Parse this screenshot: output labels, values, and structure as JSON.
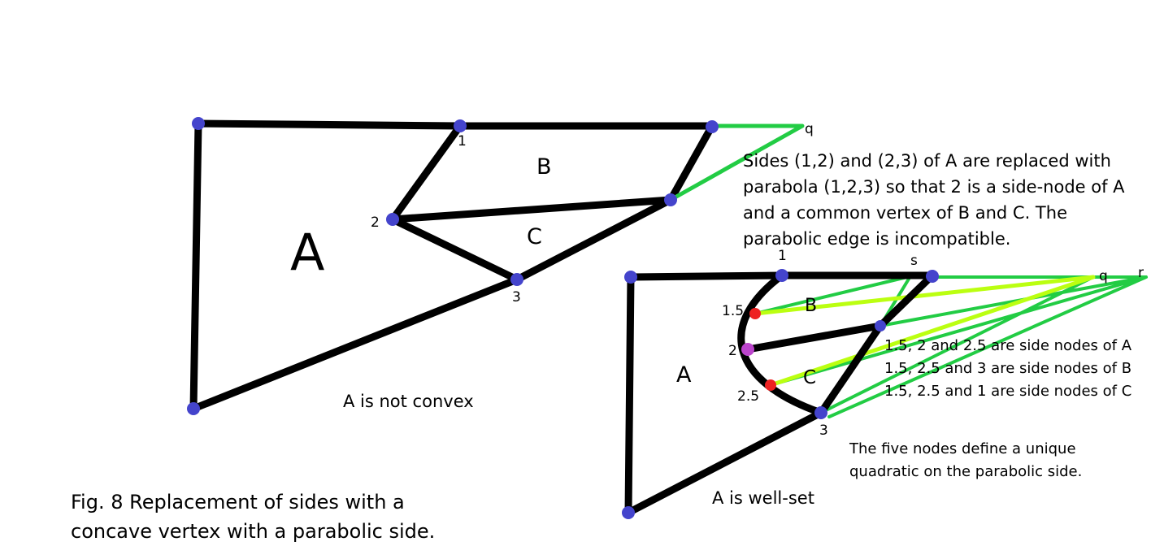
{
  "left_figure": {
    "region_labels": {
      "a": "A",
      "b": "B",
      "c": "C"
    },
    "node_labels": {
      "n1": "1",
      "n2": "2",
      "n3": "3",
      "q": "q"
    },
    "note": "A is not convex"
  },
  "right_figure": {
    "region_labels": {
      "a": "A",
      "b": "B",
      "c": "C"
    },
    "node_labels": {
      "n1": "1",
      "n15": "1.5",
      "n2": "2",
      "n25": "2.5",
      "n3": "3",
      "s": "s",
      "q": "q",
      "r": "r"
    },
    "note": "A is well-set"
  },
  "description": "Sides (1,2) and (2,3) of A are replaced with parabola (1,2,3) so that 2 is a side-node of A and a common vertex of B and C.  The parabolic edge is incompatible.",
  "side_nodes": [
    "1.5, 2 and 2.5 are side nodes of A",
    "1.5, 2.5 and 3 are side nodes of B",
    "1.5, 2.5 and 1 are side nodes of C"
  ],
  "five_nodes": [
    "The five nodes define a unique",
    "quadratic on the parabolic side."
  ],
  "caption": [
    "Fig. 8  Replacement of sides with a",
    "concave vertex with a parabolic side."
  ],
  "colors": {
    "edge": "#000000",
    "vertex": "#4444cc",
    "green": "#22cc44",
    "yellow_green": "#bbff11",
    "red_node": "#ee2222",
    "magenta_node": "#bb44cc"
  }
}
